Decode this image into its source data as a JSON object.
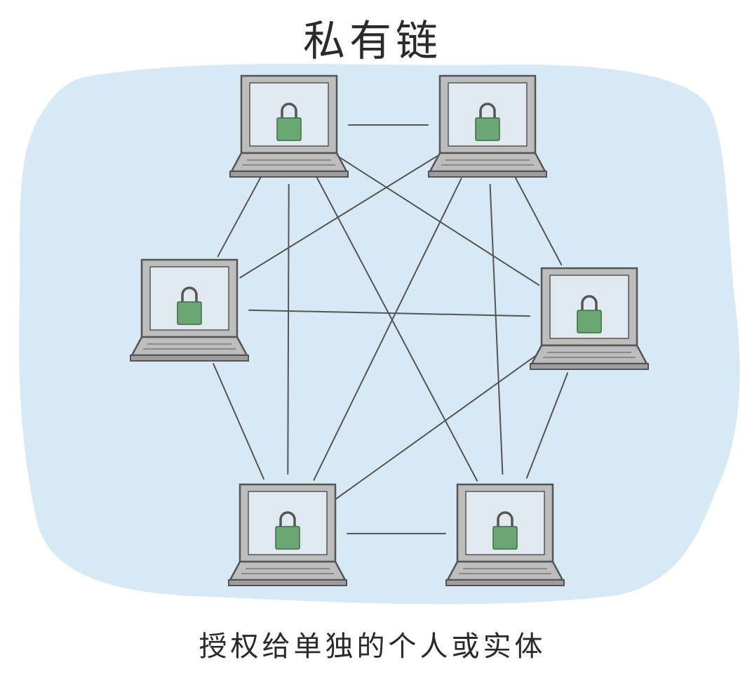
{
  "diagram": {
    "title": "私有链",
    "caption": "授权给单独的个人或实体",
    "colors": {
      "background_wash": "#d6e9f4",
      "connection_line": "#555555",
      "laptop_body": "#bdbdbd",
      "laptop_outline": "#555555",
      "screen": "#dfe9ef",
      "lock": "#6aa772"
    },
    "nodes": [
      {
        "id": "top-left",
        "icon": "laptop-with-lock"
      },
      {
        "id": "top-right",
        "icon": "laptop-with-lock"
      },
      {
        "id": "left",
        "icon": "laptop-with-lock"
      },
      {
        "id": "right",
        "icon": "laptop-with-lock"
      },
      {
        "id": "bottom-left",
        "icon": "laptop-with-lock"
      },
      {
        "id": "bottom-right",
        "icon": "laptop-with-lock"
      }
    ],
    "connections": [
      [
        "top-left",
        "top-right"
      ],
      [
        "top-left",
        "left"
      ],
      [
        "top-left",
        "right"
      ],
      [
        "top-left",
        "bottom-left"
      ],
      [
        "top-left",
        "bottom-right"
      ],
      [
        "top-right",
        "left"
      ],
      [
        "top-right",
        "right"
      ],
      [
        "top-right",
        "bottom-left"
      ],
      [
        "top-right",
        "bottom-right"
      ],
      [
        "left",
        "right"
      ],
      [
        "left",
        "bottom-left"
      ],
      [
        "right",
        "bottom-left"
      ],
      [
        "right",
        "bottom-right"
      ],
      [
        "bottom-left",
        "bottom-right"
      ]
    ]
  }
}
